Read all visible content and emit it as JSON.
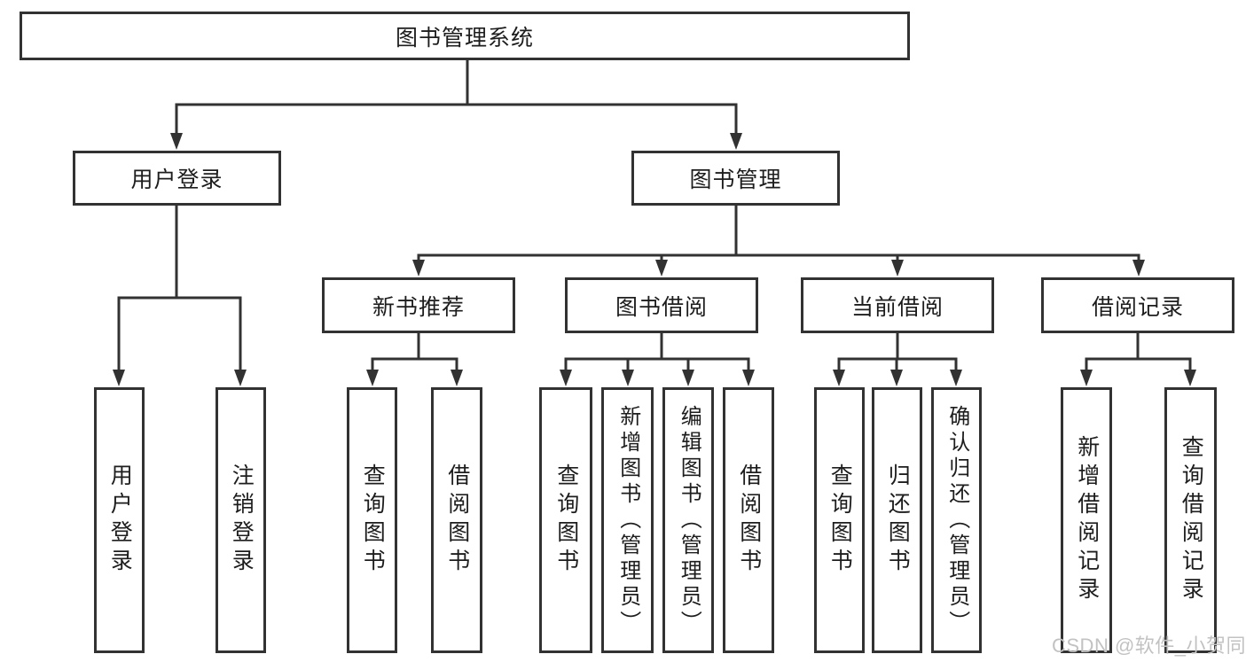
{
  "tree": {
    "root": "图书管理系统",
    "user_login": {
      "label": "用户登录",
      "children": [
        "用户登录",
        "注销登录"
      ]
    },
    "book_management": {
      "label": "图书管理",
      "sections": {
        "new_book_recommend": {
          "label": "新书推荐",
          "children": [
            "查询图书",
            "借阅图书"
          ]
        },
        "book_borrow": {
          "label": "图书借阅",
          "children": [
            "查询图书",
            "新增图书（管理员）",
            "编辑图书（管理员）",
            "借阅图书"
          ]
        },
        "current_borrow": {
          "label": "当前借阅",
          "children": [
            "查询图书",
            "归还图书",
            "确认归还（管理员）"
          ]
        },
        "borrow_records": {
          "label": "借阅记录",
          "children": [
            "新增借阅记录",
            "查询借阅记录"
          ]
        }
      }
    }
  },
  "watermark": {
    "text": "CSDN @软件_小贺同学",
    "color": "#c2c2c2"
  },
  "colors": {
    "line": "#323232",
    "box_border": "#323232",
    "text": "#1d1d1d",
    "background": "#ffffff"
  }
}
